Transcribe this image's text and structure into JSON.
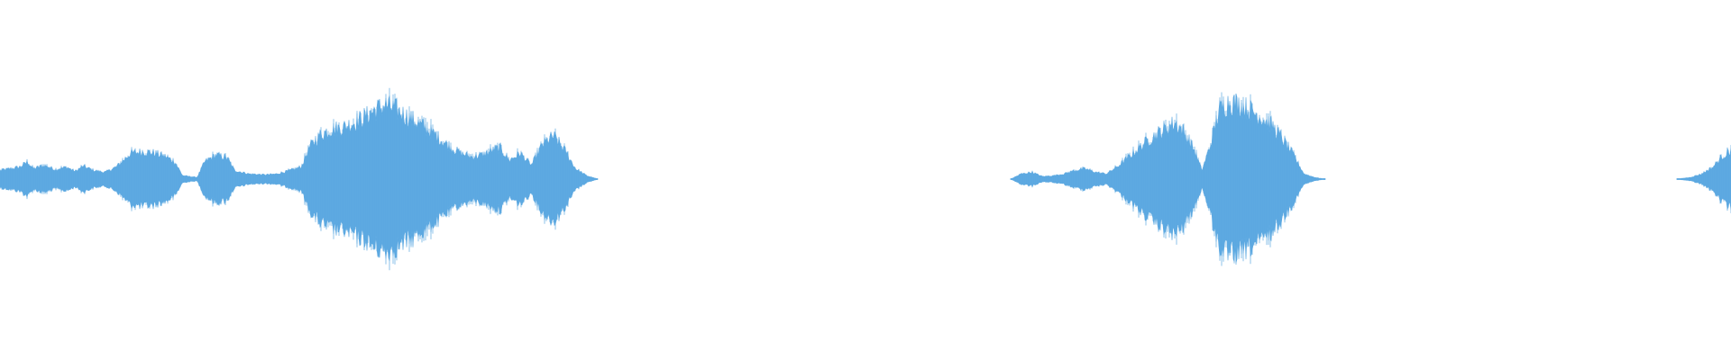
{
  "waveform": {
    "color": "#5DA9E1",
    "background": "#ffffff",
    "amplitude_scale": 1.0,
    "segments": [
      {
        "name": "segment-1",
        "envelope": [
          [
            0.0,
            0.1
          ],
          [
            0.018,
            0.14
          ],
          [
            0.025,
            0.2
          ],
          [
            0.03,
            0.12
          ],
          [
            0.04,
            0.16
          ],
          [
            0.05,
            0.11
          ],
          [
            0.06,
            0.14
          ],
          [
            0.068,
            0.09
          ],
          [
            0.075,
            0.15
          ],
          [
            0.085,
            0.1
          ],
          [
            0.095,
            0.08
          ],
          [
            0.105,
            0.14
          ],
          [
            0.118,
            0.3
          ],
          [
            0.13,
            0.32
          ],
          [
            0.14,
            0.3
          ],
          [
            0.15,
            0.26
          ],
          [
            0.158,
            0.2
          ],
          [
            0.165,
            0.04
          ],
          [
            0.178,
            0.02
          ],
          [
            0.185,
            0.2
          ],
          [
            0.195,
            0.28
          ],
          [
            0.205,
            0.25
          ],
          [
            0.212,
            0.1
          ],
          [
            0.225,
            0.06
          ],
          [
            0.24,
            0.05
          ],
          [
            0.25,
            0.06
          ],
          [
            0.262,
            0.1
          ],
          [
            0.272,
            0.14
          ],
          [
            0.28,
            0.38
          ],
          [
            0.29,
            0.52
          ],
          [
            0.3,
            0.58
          ],
          [
            0.31,
            0.6
          ],
          [
            0.32,
            0.66
          ],
          [
            0.33,
            0.72
          ],
          [
            0.338,
            0.8
          ],
          [
            0.348,
            0.86
          ],
          [
            0.356,
            0.82
          ],
          [
            0.366,
            0.74
          ],
          [
            0.376,
            0.66
          ],
          [
            0.386,
            0.58
          ],
          [
            0.396,
            0.48
          ],
          [
            0.406,
            0.38
          ],
          [
            0.416,
            0.3
          ],
          [
            0.426,
            0.26
          ],
          [
            0.436,
            0.28
          ],
          [
            0.446,
            0.34
          ],
          [
            0.452,
            0.36
          ],
          [
            0.46,
            0.22
          ],
          [
            0.47,
            0.3
          ],
          [
            0.48,
            0.16
          ],
          [
            0.49,
            0.4
          ],
          [
            0.5,
            0.5
          ],
          [
            0.51,
            0.34
          ],
          [
            0.52,
            0.12
          ],
          [
            0.53,
            0.04
          ],
          [
            0.54,
            0.0
          ]
        ]
      },
      {
        "name": "segment-2",
        "envelope": [
          [
            0.0,
            0.0
          ],
          [
            0.01,
            0.06
          ],
          [
            0.02,
            0.08
          ],
          [
            0.03,
            0.03
          ],
          [
            0.04,
            0.04
          ],
          [
            0.05,
            0.06
          ],
          [
            0.06,
            0.1
          ],
          [
            0.07,
            0.12
          ],
          [
            0.08,
            0.08
          ],
          [
            0.09,
            0.06
          ],
          [
            0.1,
            0.14
          ],
          [
            0.115,
            0.3
          ],
          [
            0.13,
            0.46
          ],
          [
            0.145,
            0.58
          ],
          [
            0.155,
            0.66
          ],
          [
            0.162,
            0.56
          ],
          [
            0.172,
            0.36
          ],
          [
            0.18,
            0.1
          ],
          [
            0.188,
            0.4
          ],
          [
            0.196,
            0.8
          ],
          [
            0.206,
            0.9
          ],
          [
            0.216,
            0.86
          ],
          [
            0.226,
            0.8
          ],
          [
            0.236,
            0.72
          ],
          [
            0.246,
            0.62
          ],
          [
            0.256,
            0.46
          ],
          [
            0.266,
            0.28
          ],
          [
            0.276,
            0.06
          ],
          [
            0.286,
            0.02
          ],
          [
            0.296,
            0.0
          ]
        ]
      },
      {
        "name": "segment-3",
        "envelope": [
          [
            0.0,
            0.0
          ],
          [
            0.012,
            0.02
          ],
          [
            0.022,
            0.06
          ],
          [
            0.032,
            0.14
          ],
          [
            0.04,
            0.26
          ],
          [
            0.048,
            0.34
          ]
        ]
      }
    ]
  }
}
